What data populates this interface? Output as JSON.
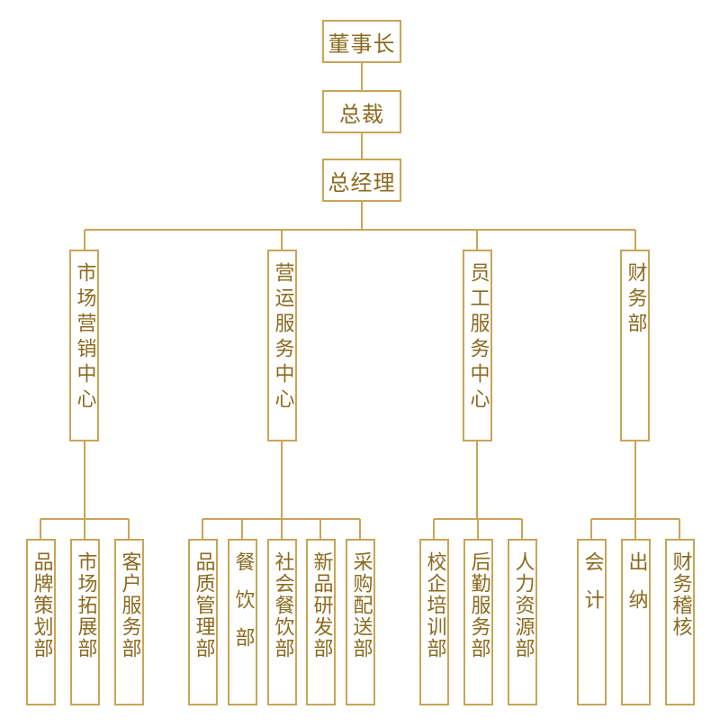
{
  "colors": {
    "line": "#C9A458",
    "text": "#8B6A1F",
    "background": "#FFFFFF"
  },
  "org": {
    "chairman": "董事长",
    "president": "总裁",
    "general_manager": "总经理",
    "centers": [
      {
        "name": "市场营销中心",
        "departments": [
          "品牌策划部",
          "市场拓展部",
          "客户服务部"
        ]
      },
      {
        "name": "营运服务中心",
        "departments": [
          "品质管理部",
          "餐饮部",
          "社会餐饮部",
          "新品研发部",
          "采购配送部"
        ]
      },
      {
        "name": "员工服务中心",
        "departments": [
          "校企培训部",
          "后勤服务部",
          "人力资源部"
        ]
      },
      {
        "name": "财务部",
        "departments": [
          "会计",
          "出纳",
          "财务稽核"
        ]
      }
    ]
  }
}
